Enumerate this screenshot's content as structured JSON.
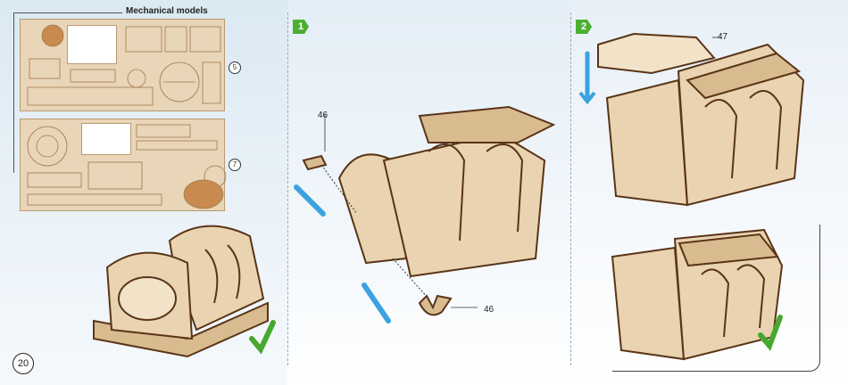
{
  "page": {
    "section_title": "Mechanical models",
    "page_number": "20"
  },
  "sheets": [
    {
      "number": "5"
    },
    {
      "number": "7"
    }
  ],
  "steps": [
    {
      "number": "1",
      "parts": [
        "46",
        "46"
      ]
    },
    {
      "number": "2",
      "parts": [
        "47"
      ]
    }
  ],
  "colors": {
    "step_badge": "#4caf32",
    "arrow": "#3aa3e0",
    "wood_light": "#e9d3b1",
    "wood_dark": "#5a3417",
    "check": "#46a82e",
    "highlight_part": "#c88a4e"
  }
}
